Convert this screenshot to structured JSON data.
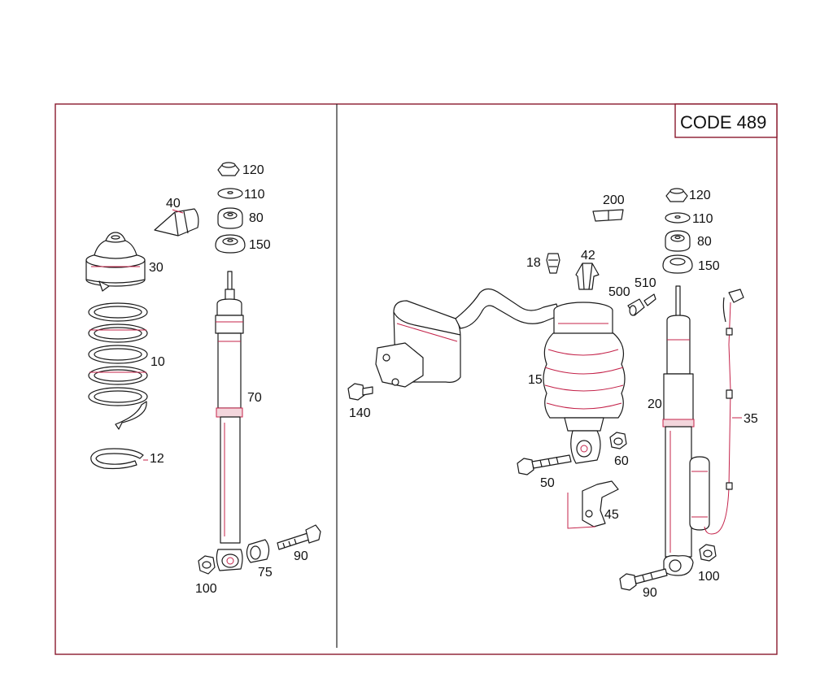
{
  "code_label": "CODE 489",
  "left_panel": {
    "callouts": [
      {
        "id": "120",
        "text": "120"
      },
      {
        "id": "110",
        "text": "110"
      },
      {
        "id": "80",
        "text": "80"
      },
      {
        "id": "150",
        "text": "150"
      },
      {
        "id": "40",
        "text": "40"
      },
      {
        "id": "30",
        "text": "30"
      },
      {
        "id": "10",
        "text": "10"
      },
      {
        "id": "70",
        "text": "70"
      },
      {
        "id": "12",
        "text": "12"
      },
      {
        "id": "90",
        "text": "90"
      },
      {
        "id": "75",
        "text": "75"
      },
      {
        "id": "100",
        "text": "100"
      }
    ]
  },
  "right_panel": {
    "callouts": [
      {
        "id": "200",
        "text": "200"
      },
      {
        "id": "120",
        "text": "120"
      },
      {
        "id": "110",
        "text": "110"
      },
      {
        "id": "80",
        "text": "80"
      },
      {
        "id": "150",
        "text": "150"
      },
      {
        "id": "18",
        "text": "18"
      },
      {
        "id": "42",
        "text": "42"
      },
      {
        "id": "500",
        "text": "500"
      },
      {
        "id": "510",
        "text": "510"
      },
      {
        "id": "15",
        "text": "15"
      },
      {
        "id": "20",
        "text": "20"
      },
      {
        "id": "35",
        "text": "35"
      },
      {
        "id": "140",
        "text": "140"
      },
      {
        "id": "50",
        "text": "50"
      },
      {
        "id": "60",
        "text": "60"
      },
      {
        "id": "45",
        "text": "45"
      },
      {
        "id": "90",
        "text": "90"
      },
      {
        "id": "100",
        "text": "100"
      }
    ]
  }
}
